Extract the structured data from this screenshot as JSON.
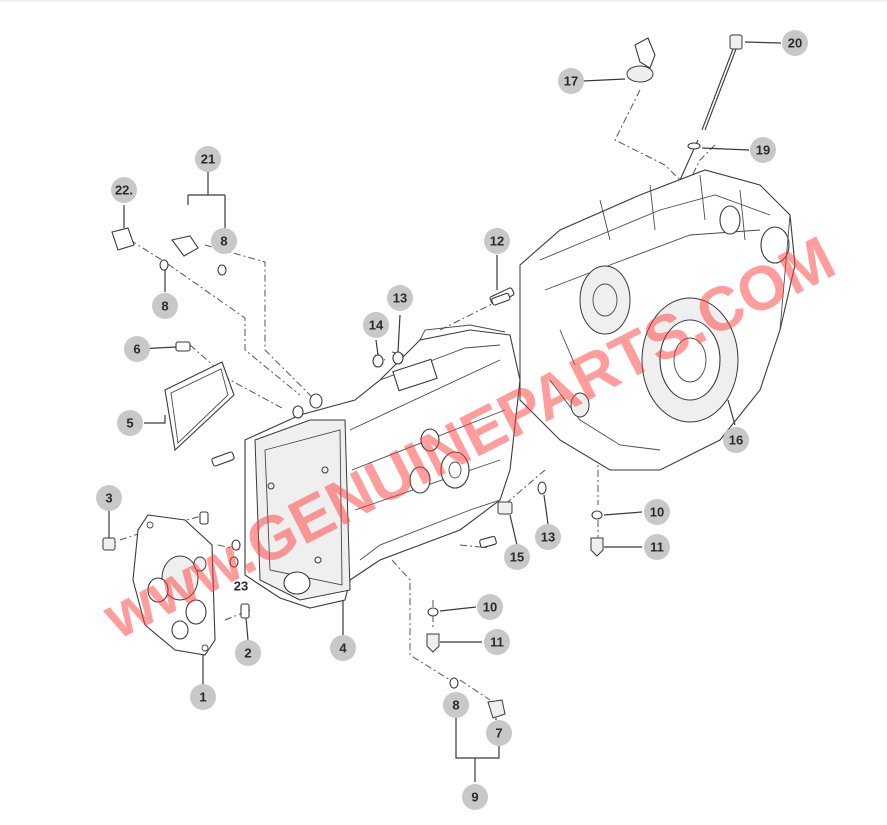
{
  "diagram": {
    "watermark": "www.GENUINEPARTS.COM",
    "accent_color": "#c8c8c8",
    "watermark_color": "#ff3b3b",
    "callouts": [
      {
        "id": "c1",
        "label": "1"
      },
      {
        "id": "c2",
        "label": "2"
      },
      {
        "id": "c3",
        "label": "3"
      },
      {
        "id": "c4",
        "label": "4"
      },
      {
        "id": "c5",
        "label": "5"
      },
      {
        "id": "c6",
        "label": "6"
      },
      {
        "id": "c7",
        "label": "7"
      },
      {
        "id": "c8a",
        "label": "8"
      },
      {
        "id": "c8b",
        "label": "8"
      },
      {
        "id": "c8c",
        "label": "8"
      },
      {
        "id": "c9",
        "label": "9"
      },
      {
        "id": "c10a",
        "label": "10"
      },
      {
        "id": "c10b",
        "label": "10"
      },
      {
        "id": "c11a",
        "label": "11"
      },
      {
        "id": "c11b",
        "label": "11"
      },
      {
        "id": "c12",
        "label": "12"
      },
      {
        "id": "c13a",
        "label": "13"
      },
      {
        "id": "c13b",
        "label": "13"
      },
      {
        "id": "c14",
        "label": "14"
      },
      {
        "id": "c15",
        "label": "15"
      },
      {
        "id": "c16",
        "label": "16"
      },
      {
        "id": "c17",
        "label": "17"
      },
      {
        "id": "c19",
        "label": "19"
      },
      {
        "id": "c20",
        "label": "20"
      },
      {
        "id": "c21",
        "label": "21"
      },
      {
        "id": "c22",
        "label": "22."
      },
      {
        "id": "c23",
        "label": "23"
      }
    ]
  }
}
